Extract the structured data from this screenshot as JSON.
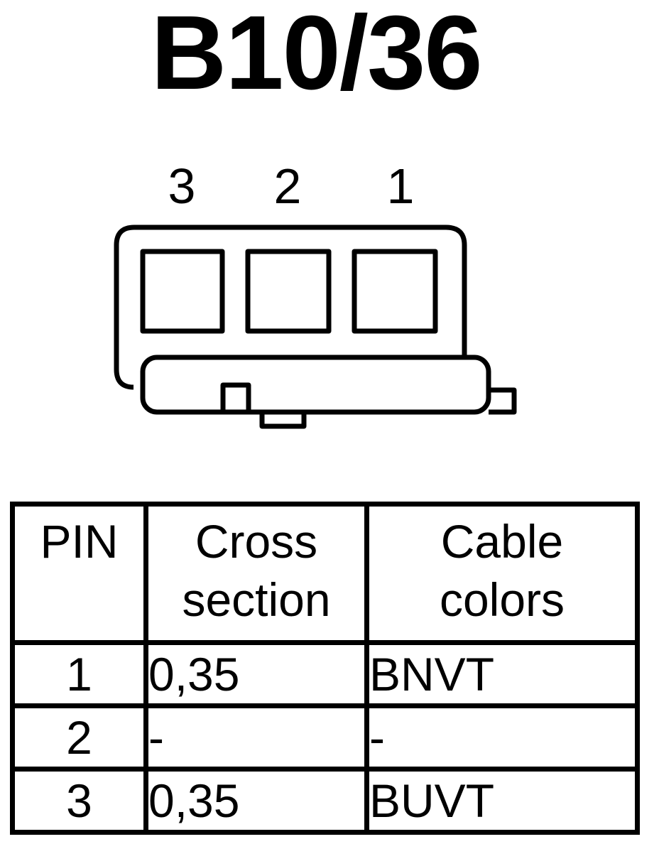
{
  "title": "B10/36",
  "connector": {
    "pin_labels": [
      "3",
      "2",
      "1"
    ]
  },
  "table": {
    "headers": [
      {
        "line1": "PIN",
        "line2": ""
      },
      {
        "line1": "Cross",
        "line2": "section"
      },
      {
        "line1": "Cable",
        "line2": "colors"
      }
    ],
    "rows": [
      {
        "pin": "1",
        "cross_section": "0,35",
        "color": "BNVT"
      },
      {
        "pin": "2",
        "cross_section": "-",
        "color": "-"
      },
      {
        "pin": "3",
        "cross_section": "0,35",
        "color": "BUVT"
      }
    ]
  }
}
